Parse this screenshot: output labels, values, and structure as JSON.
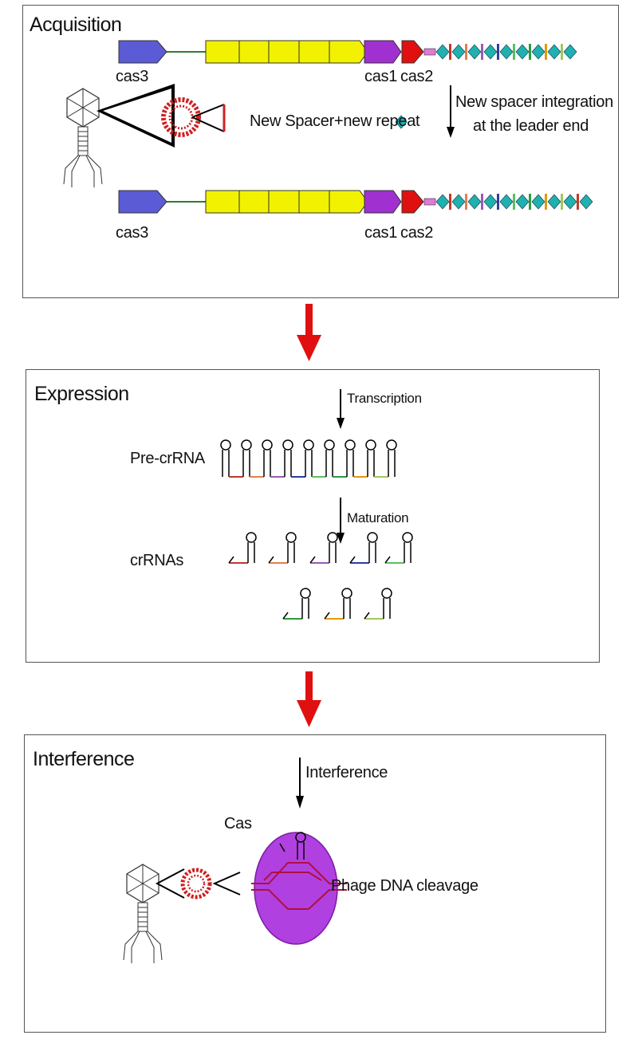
{
  "acquisition": {
    "title": "Acquisition",
    "genes": {
      "cas3": "cas3",
      "cas1": "cas1",
      "cas2": "cas2"
    },
    "legend": "New Spacer+new repeat",
    "integration_line1": "New spacer integration",
    "integration_line2": "at the leader end"
  },
  "expression": {
    "title": "Expression",
    "transcription": "Transcription",
    "pre_crrna": "Pre-crRNA",
    "maturation": "Maturation",
    "crrnas": "crRNAs"
  },
  "interference": {
    "title": "Interference",
    "step": "Interference",
    "cas": "Cas",
    "cleavage": "Phage DNA cleavage"
  },
  "colors": {
    "cas3": "#5b5bd6",
    "cas_yellow": "#f2f200",
    "cas1": "#a030d0",
    "cas2": "#e01010",
    "leader": "#e07ad8",
    "spacer": "#20b0b0",
    "flow_arrow": "#e01010",
    "cas_protein": "#b040e0",
    "spacer_palette": [
      "#c0392b",
      "#e08050",
      "#9b59b6",
      "#2c3ea0",
      "#5dc060",
      "#2e9a3e",
      "#e09a10",
      "#a0c860"
    ]
  }
}
